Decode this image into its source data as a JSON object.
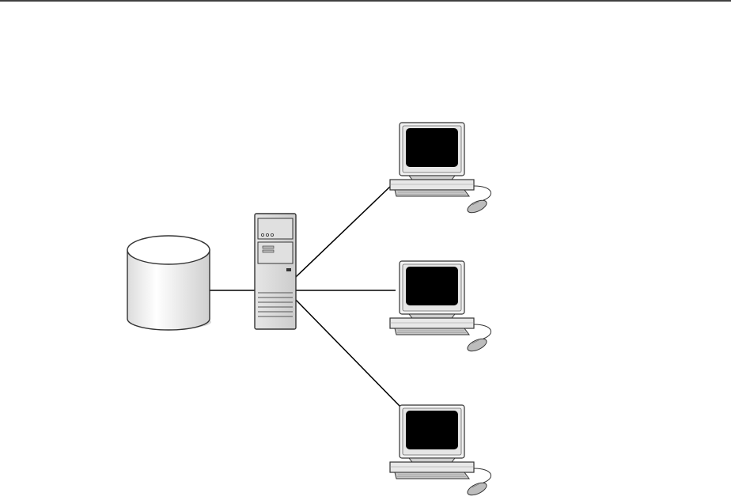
{
  "diagram": {
    "nodes": [
      {
        "id": "database",
        "kind": "database-cylinder"
      },
      {
        "id": "server",
        "kind": "tower-server"
      },
      {
        "id": "client-1",
        "kind": "desktop-computer"
      },
      {
        "id": "client-2",
        "kind": "desktop-computer"
      },
      {
        "id": "client-3",
        "kind": "desktop-computer"
      }
    ],
    "connections": [
      {
        "from": "database",
        "to": "server"
      },
      {
        "from": "server",
        "to": "client-1"
      },
      {
        "from": "server",
        "to": "client-2"
      },
      {
        "from": "server",
        "to": "client-3"
      }
    ]
  },
  "colors": {
    "stroke": "#333333",
    "light_fill": "#f2f2f2",
    "mid_fill": "#d9d9d9",
    "dark_fill": "#bfbfbf",
    "screen": "#000000"
  }
}
